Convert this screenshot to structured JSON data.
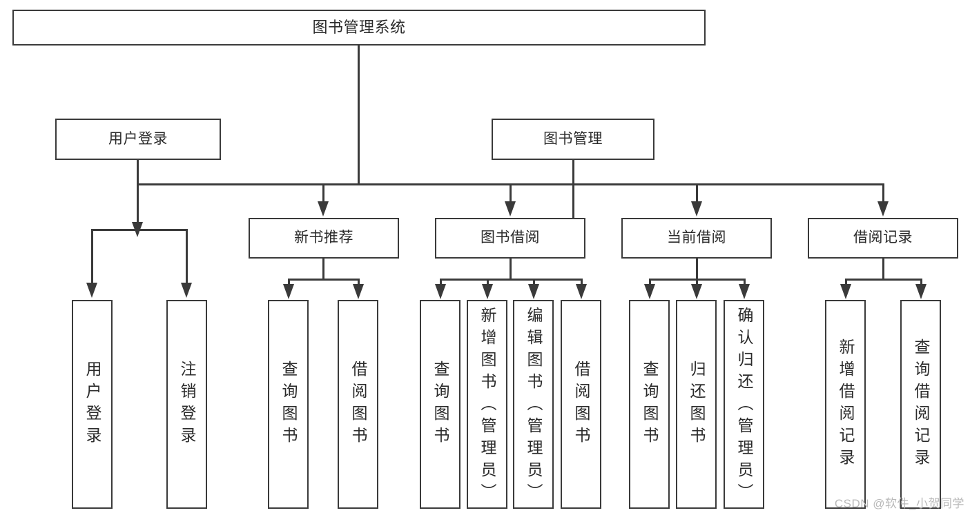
{
  "diagram": {
    "type": "tree-hierarchy",
    "title": "图书管理系统",
    "root": {
      "label": "图书管理系统"
    },
    "level2": [
      {
        "label": "用户登录"
      },
      {
        "label": "图书管理"
      }
    ],
    "level3": [
      {
        "label": "新书推荐"
      },
      {
        "label": "图书借阅"
      },
      {
        "label": "当前借阅"
      },
      {
        "label": "借阅记录"
      }
    ],
    "leaves": {
      "user_login": [
        {
          "label": "用户登录"
        },
        {
          "label": "注销登录"
        }
      ],
      "new_book_rec": [
        {
          "label": "查询图书"
        },
        {
          "label": "借阅图书"
        }
      ],
      "book_borrow": [
        {
          "label": "查询图书"
        },
        {
          "label": "新增图书（管理员）"
        },
        {
          "label": "编辑图书（管理员）"
        },
        {
          "label": "借阅图书"
        }
      ],
      "current_borrow": [
        {
          "label": "查询图书"
        },
        {
          "label": "归还图书"
        },
        {
          "label": "确认归还（管理员）"
        }
      ],
      "borrow_record": [
        {
          "label": "新增借阅记录"
        },
        {
          "label": "查询借阅记录"
        }
      ]
    }
  },
  "watermark": {
    "text": "CSDN @软件_小贺同学"
  },
  "colors": {
    "stroke": "#3a3a3a",
    "text": "#2b2b2b",
    "background": "#ffffff",
    "watermark": "#b9b9b9"
  }
}
